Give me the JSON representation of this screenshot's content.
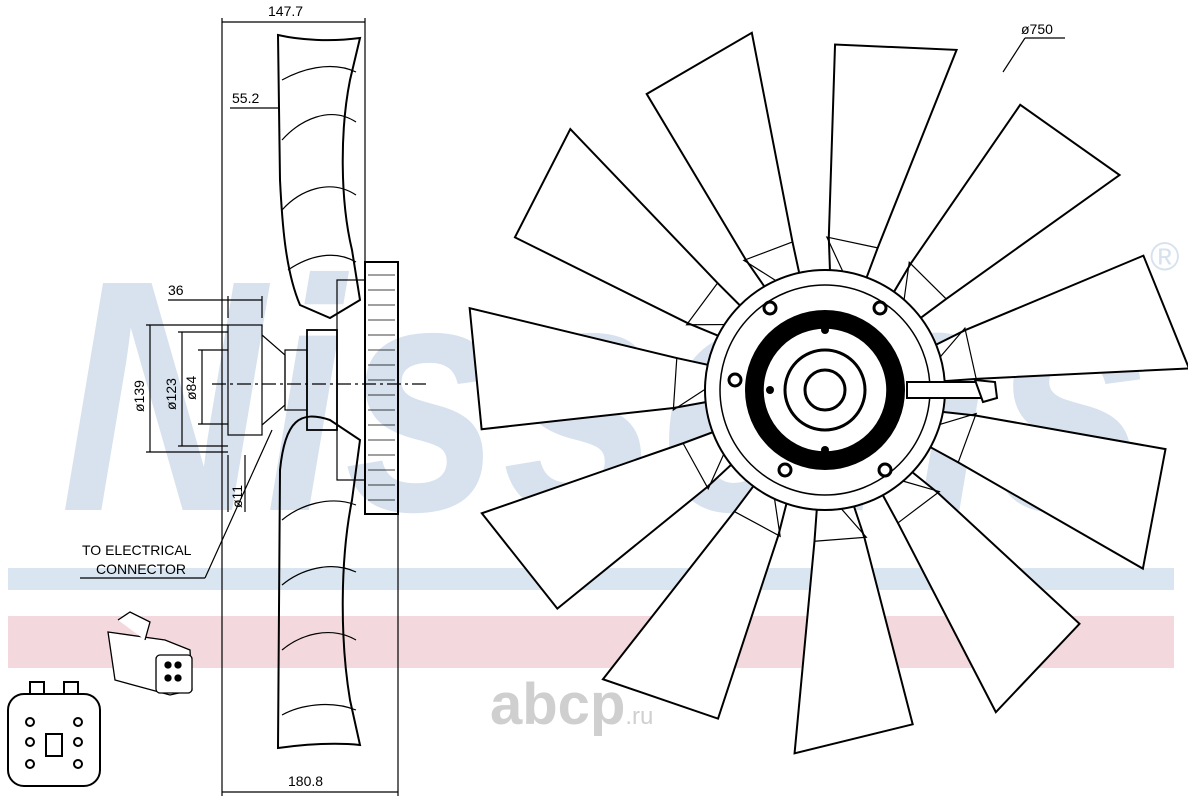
{
  "drawing": {
    "side_view": {
      "dim_top": "147.7",
      "dim_bottom": "180.8",
      "dim_offset": "55.2",
      "dim_hub": "36",
      "dim_d139": "ø139",
      "dim_d123": "ø123",
      "dim_d84": "ø84",
      "dim_d11": "ø11",
      "connector_label_line1": "TO ELECTRICAL",
      "connector_label_line2": "CONNECTOR"
    },
    "front_view": {
      "dim_diameter": "ø750",
      "blade_count": 11
    }
  },
  "watermarks": {
    "brand": "Nissens",
    "registered_mark": "®",
    "site_main": "abcp",
    "site_suffix": ".ru"
  },
  "colors": {
    "line": "#000000",
    "watermark_blue": "#d7e2ee",
    "band_blue": "#d9e6f1",
    "band_pink": "#f3d9de",
    "site_gray": "#cfcfcf"
  }
}
